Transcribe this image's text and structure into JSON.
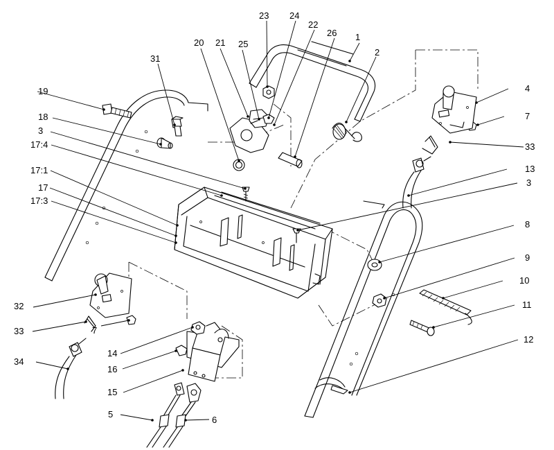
{
  "callouts": [
    {
      "label": "1"
    },
    {
      "label": "2"
    },
    {
      "label": "3"
    },
    {
      "label": "3"
    },
    {
      "label": "4"
    },
    {
      "label": "5"
    },
    {
      "label": "6"
    },
    {
      "label": "7"
    },
    {
      "label": "7"
    },
    {
      "label": "8"
    },
    {
      "label": "9"
    },
    {
      "label": "10"
    },
    {
      "label": "11"
    },
    {
      "label": "12"
    },
    {
      "label": "13"
    },
    {
      "label": "14"
    },
    {
      "label": "15"
    },
    {
      "label": "16"
    },
    {
      "label": "17"
    },
    {
      "label": "17:1"
    },
    {
      "label": "17:3"
    },
    {
      "label": "17:4"
    },
    {
      "label": "18"
    },
    {
      "label": "19"
    },
    {
      "label": "20"
    },
    {
      "label": "21"
    },
    {
      "label": "22"
    },
    {
      "label": "23"
    },
    {
      "label": "24"
    },
    {
      "label": "25"
    },
    {
      "label": "26"
    },
    {
      "label": "31"
    },
    {
      "label": "32"
    },
    {
      "label": "33"
    },
    {
      "label": "33"
    },
    {
      "label": "34"
    }
  ]
}
